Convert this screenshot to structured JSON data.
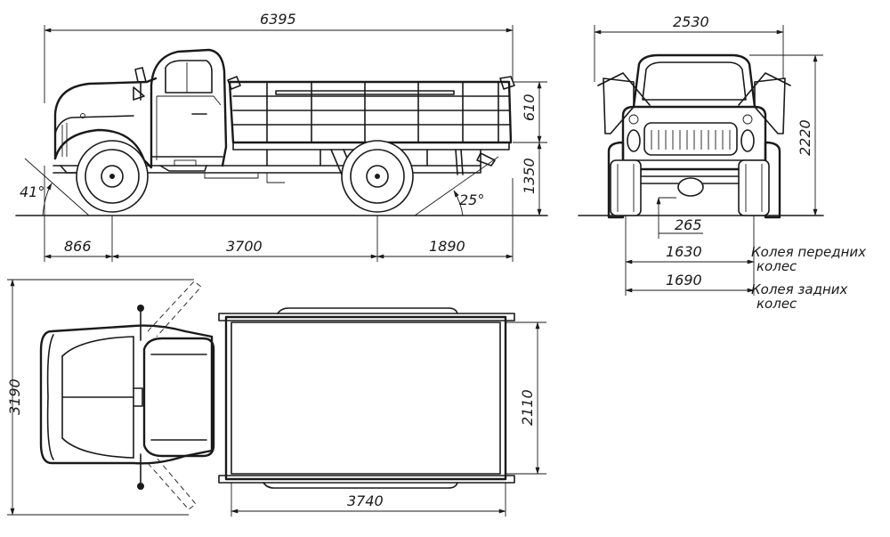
{
  "dimensions": {
    "overall_length": "6395",
    "front_overhang": "866",
    "wheelbase": "3700",
    "rear_overhang": "1890",
    "side_height_platform": "610",
    "platform_height": "1350",
    "approach_angle": "41°",
    "departure_angle": "25°",
    "overall_width": "2530",
    "overall_height": "2220",
    "ground_clearance": "265",
    "front_track": "1630",
    "rear_track": "1690",
    "overall_width_top": "3190",
    "body_width": "2110",
    "body_length": "3740"
  },
  "labels": {
    "front_track_line1": "Колея передних",
    "front_track_line2": "колес",
    "rear_track_line1": "Колея задних",
    "rear_track_line2": "колес"
  }
}
